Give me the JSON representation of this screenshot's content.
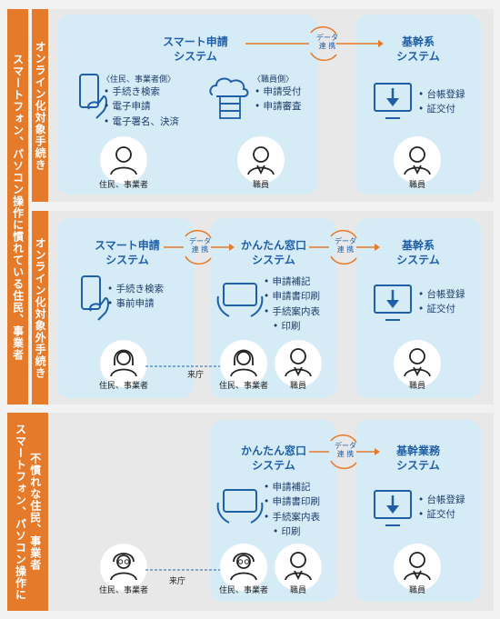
{
  "labels": {
    "outer_top": "スマートフォン、パソコン操作に慣れている住民、事業者",
    "outer_bottom_1": "スマートフォン、パソコン操作に",
    "outer_bottom_2": "不慣れな住民、事業者",
    "inner_1": "オンライン化対象手続き",
    "inner_2": "オンライン化対象外手続き"
  },
  "relay": [
    "データ",
    "連 携"
  ],
  "visit": "来庁",
  "row1": {
    "smart_title": [
      "スマート申請",
      "システム"
    ],
    "citizen_note": "〈住民、事業者側〉",
    "citizen_items": [
      "手続き検索",
      "電子申請",
      "電子署名、決済"
    ],
    "staff_note": "〈職員側〉",
    "staff_items": [
      "申請受付",
      "申請審査"
    ],
    "core_title": [
      "基幹系",
      "システム"
    ],
    "core_items": [
      "台帳登録",
      "証交付"
    ],
    "citizen_label": "住民、事業者",
    "staff_label": "職員",
    "core_staff_label": "職員"
  },
  "row2": {
    "smart_title": [
      "スマート申請",
      "システム"
    ],
    "smart_items": [
      "手続き検索",
      "事前申請"
    ],
    "window_title": [
      "かんたん窓口",
      "システム"
    ],
    "window_items": [
      "申請補記",
      "申請書印刷",
      "手続案内表",
      "印刷"
    ],
    "core_title": [
      "基幹系",
      "システム"
    ],
    "core_items": [
      "台帳登録",
      "証交付"
    ],
    "citizen_label": "住民、事業者",
    "window_citizen_label": "住民、事業者",
    "window_staff_label": "職員",
    "core_staff_label": "職員"
  },
  "row3": {
    "window_title": [
      "かんたん窓口",
      "システム"
    ],
    "window_items": [
      "申請補記",
      "申請書印刷",
      "手続案内表",
      "印刷"
    ],
    "core_title": [
      "基幹業務",
      "システム"
    ],
    "core_items": [
      "台帳登録",
      "証交付"
    ],
    "citizen_label": "住民、事業者",
    "window_citizen_label": "住民、事業者",
    "window_staff_label": "職員",
    "core_staff_label": "職員"
  },
  "colors": {
    "orange": "#e57a2b",
    "blue": "#1f5fa8",
    "lightblue": "#d5ebf6",
    "panel": "#e8e8e8"
  }
}
